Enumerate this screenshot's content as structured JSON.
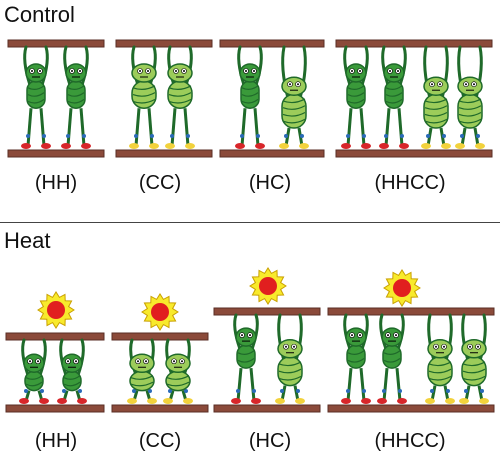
{
  "sections": {
    "control": {
      "title": "Control"
    },
    "heat": {
      "title": "Heat"
    }
  },
  "groups": {
    "control": [
      {
        "label": "(HH)"
      },
      {
        "label": "(CC)"
      },
      {
        "label": "(HC)"
      },
      {
        "label": "(HHCC)"
      }
    ],
    "heat": [
      {
        "label": "(HH)"
      },
      {
        "label": "(CC)"
      },
      {
        "label": "(HC)"
      },
      {
        "label": "(HHCC)"
      }
    ]
  },
  "colors": {
    "bar": "#8b4a3a",
    "bar_edge": "#5a2e24",
    "body_green": "#3a9a3a",
    "body_light": "#9ccc5a",
    "body_dark": "#1f6a2a",
    "foot_red": "#d8262a",
    "foot_yellow": "#f2d23c",
    "sun_yellow": "#f8ea2c",
    "sun_red": "#e11f1f",
    "joint_blue": "#2a6ab8"
  }
}
